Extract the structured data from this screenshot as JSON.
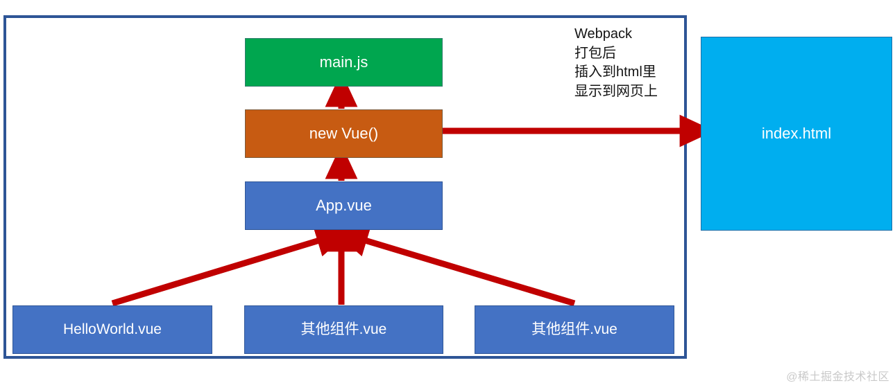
{
  "diagram": {
    "title_text_annotation": "Webpack\n打包后\n插入到html里\n显示到网页上",
    "watermark": "@稀土掘金技术社区",
    "colors": {
      "frame_border": "#2E5596",
      "green": "#00A64F",
      "orange": "#C75B12",
      "blue": "#4472C4",
      "cyan": "#00AEEF",
      "arrow_red": "#C00000",
      "text_white": "#FFFFFF",
      "annotation_black": "#141414",
      "watermark_gray": "#C9C9C9"
    },
    "nodes": {
      "main_js": "main.js",
      "new_vue": "new Vue()",
      "app_vue": "App.vue",
      "hello_world": "HelloWorld.vue",
      "other_component_1": "其他组件.vue",
      "other_component_2": "其他组件.vue",
      "index_html": "index.html"
    },
    "edges": [
      {
        "from": "App.vue",
        "to": "new Vue()",
        "direction": "up"
      },
      {
        "from": "new Vue()",
        "to": "main.js",
        "direction": "up"
      },
      {
        "from": "new Vue()",
        "to": "index.html",
        "direction": "right"
      },
      {
        "from": "HelloWorld.vue",
        "to": "App.vue",
        "direction": "up-right"
      },
      {
        "from": "其他组件.vue",
        "to": "App.vue",
        "direction": "up"
      },
      {
        "from": "其他组件.vue",
        "to": "App.vue",
        "direction": "up-left"
      }
    ]
  }
}
